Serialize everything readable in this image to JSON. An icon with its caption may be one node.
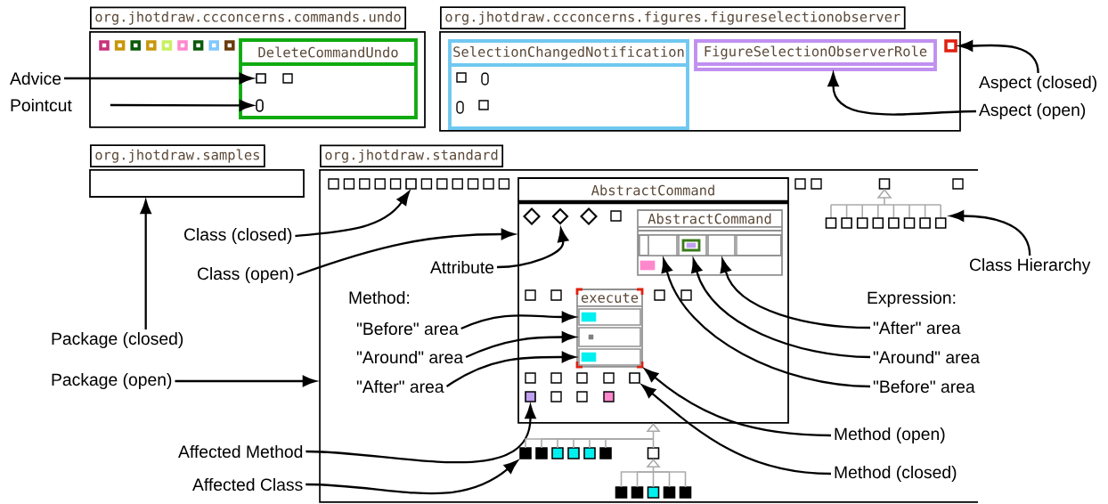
{
  "diagram": {
    "nodes": [
      {
        "text": [
          "org.jhotdraw.ccconcerns.commands.undo"
        ]
      },
      {
        "text": [
          "DeleteCommandUndo"
        ],
        "in": 0
      },
      {
        "text": [],
        "shape": "box",
        "in": 1
      },
      {
        "text": [],
        "shape": "box",
        "in": 1
      },
      {
        "text": [
          "org.jhotdraw.ccconcerns.figures.figureselectionobserver"
        ]
      },
      {
        "text": [
          "SelectionChangedNotification"
        ],
        "in": 4
      },
      {
        "text": [
          "FigureSelectionObserverRole"
        ],
        "in": 4
      },
      {
        "text": [],
        "shape": "box",
        "in": 4
      },
      {
        "text": [
          "org.jhotdraw.samples"
        ]
      },
      {
        "text": [
          "org.jhotdraw.standard"
        ]
      },
      {
        "text": [
          "AbstractCommand"
        ],
        "in": 9
      },
      {
        "text": [],
        "shape": "box",
        "in": 9
      },
      {
        "text": [],
        "shape": "diamond",
        "in": 10
      },
      {
        "text": [
          "AbstractCommand"
        ],
        "in": 10
      },
      {
        "text": [],
        "shape": "box",
        "in": 13
      },
      {
        "text": [],
        "shape": "box",
        "in": 13
      },
      {
        "text": [],
        "shape": "box",
        "in": 13
      },
      {
        "text": [
          "execute"
        ],
        "in": 10
      },
      {
        "text": [],
        "shape": "box",
        "in": 17
      },
      {
        "text": [],
        "shape": "box",
        "in": 17
      },
      {
        "text": [],
        "shape": "box",
        "in": 17
      },
      {
        "text": [],
        "shape": "box",
        "in": 10
      },
      {
        "text": [],
        "shape": "box",
        "in": 10
      },
      {
        "text": [],
        "shape": "picture",
        "in": 9
      },
      {
        "text": [],
        "shape": "box",
        "in": 9
      },
      {
        "text": [
          "Advice"
        ]
      },
      {
        "text": [
          "Pointcut"
        ]
      },
      {
        "text": [
          "Aspect (closed)"
        ]
      },
      {
        "text": [
          "Aspect (open)"
        ]
      },
      {
        "text": [
          "Class (closed)"
        ]
      },
      {
        "text": [
          "Class (open)"
        ]
      },
      {
        "text": [
          "Attribute"
        ],
        "in": 9
      },
      {
        "text": [
          "Class Hierarchy"
        ]
      },
      {
        "text": [
          "Package (closed)"
        ]
      },
      {
        "text": [
          "Package (open)"
        ]
      },
      {
        "text": [
          "\"Before\" area"
        ],
        "in": 9
      },
      {
        "text": [
          "\"Around\" area"
        ],
        "in": 9
      },
      {
        "text": [
          "\"After\" area"
        ],
        "in": 9
      },
      {
        "text": [
          "\"After\" area"
        ],
        "in": 9
      },
      {
        "text": [
          "\"Around\" area"
        ],
        "in": 9
      },
      {
        "text": [
          "\"Before\" area"
        ],
        "in": 9
      },
      {
        "text": [
          "Method (open)"
        ],
        "in": 9
      },
      {
        "text": [
          "Method (closed)"
        ],
        "in": 9
      },
      {
        "text": [
          "Affected Method"
        ]
      },
      {
        "text": [
          "Affected Class"
        ]
      },
      {
        "text": [],
        "shape": "box",
        "in": 9
      },
      {
        "text": [],
        "shape": "box",
        "in": 9
      },
      {
        "text": [],
        "shape": "box",
        "in": 9
      },
      {
        "text": [],
        "shape": "box",
        "in": 9
      },
      {
        "text": [],
        "shape": "box",
        "in": 9
      },
      {
        "text": [],
        "shape": "box",
        "in": 9
      },
      {
        "text": [],
        "shape": "box",
        "in": 9
      },
      {
        "text": [],
        "shape": "box",
        "in": 9
      },
      {
        "text": [],
        "shape": "box",
        "in": 9
      },
      {
        "text": [],
        "shape": "box",
        "in": 9
      },
      {
        "text": [],
        "shape": "box",
        "in": 9
      }
    ],
    "edges": [
      {
        "from": 25,
        "to": 2,
        "arrow": "to"
      },
      {
        "from": 26,
        "to": 3,
        "arrow": "to"
      },
      {
        "from": 27,
        "to": 7,
        "arrow": "to"
      },
      {
        "from": 28,
        "to": 6,
        "arrow": "to"
      },
      {
        "from": 29,
        "to": 11,
        "arrow": "to"
      },
      {
        "from": 30,
        "to": 10,
        "arrow": "to"
      },
      {
        "from": 31,
        "to": 12,
        "arrow": "to"
      },
      {
        "from": 32,
        "to": 23,
        "arrow": "to"
      },
      {
        "from": 33,
        "to": 8,
        "arrow": "to"
      },
      {
        "from": 34,
        "to": 9,
        "arrow": "to"
      },
      {
        "from": 35,
        "to": 18,
        "arrow": "to"
      },
      {
        "from": 36,
        "to": 19,
        "arrow": "to"
      },
      {
        "from": 37,
        "to": 20,
        "arrow": "to"
      },
      {
        "from": 38,
        "to": 16,
        "arrow": "to"
      },
      {
        "from": 39,
        "to": 15,
        "arrow": "to"
      },
      {
        "from": 40,
        "to": 14,
        "arrow": "to"
      },
      {
        "from": 41,
        "to": 17,
        "arrow": "to"
      },
      {
        "from": 42,
        "to": 21,
        "arrow": "to"
      },
      {
        "from": 43,
        "to": 22,
        "arrow": "to"
      },
      {
        "from": 44,
        "to": 24,
        "arrow": "to"
      },
      {
        "from": 24,
        "to": 10,
        "arrow": "to",
        "color": "#aaaaaa"
      },
      {
        "from": 45,
        "to": 10,
        "arrow": "to",
        "color": "#aaaaaa"
      },
      {
        "from": 46,
        "to": 10,
        "arrow": "to",
        "color": "#aaaaaa"
      },
      {
        "from": 47,
        "to": 10,
        "arrow": "to",
        "color": "#aaaaaa"
      },
      {
        "from": 48,
        "to": 10,
        "arrow": "to",
        "color": "#aaaaaa"
      },
      {
        "from": 49,
        "to": 10,
        "arrow": "to",
        "color": "#aaaaaa"
      },
      {
        "from": 50,
        "to": 10,
        "arrow": "to",
        "color": "#aaaaaa"
      },
      {
        "from": 51,
        "to": 50,
        "arrow": "to",
        "color": "#aaaaaa"
      },
      {
        "from": 52,
        "to": 50,
        "arrow": "to",
        "color": "#aaaaaa"
      },
      {
        "from": 53,
        "to": 50,
        "arrow": "to",
        "color": "#aaaaaa"
      },
      {
        "from": 54,
        "to": 50,
        "arrow": "to",
        "color": "#aaaaaa"
      },
      {
        "from": 55,
        "to": 50,
        "arrow": "to",
        "color": "#aaaaaa"
      }
    ],
    "labels": [
      "Method:",
      "Expression:"
    ]
  }
}
